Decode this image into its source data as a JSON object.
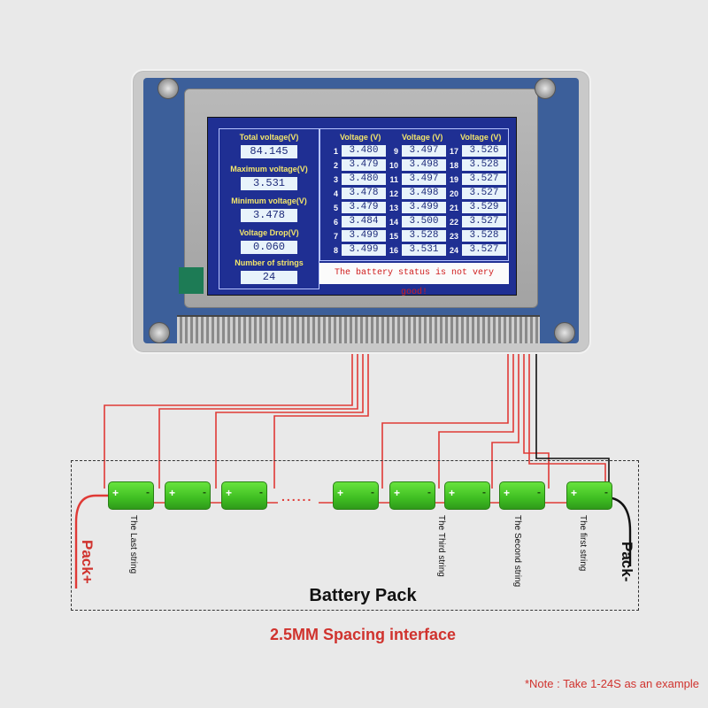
{
  "lcd": {
    "left_fields": [
      {
        "label": "Total voltage(V)",
        "value": "84.145"
      },
      {
        "label": "Maximum voltage(V)",
        "value": "3.531"
      },
      {
        "label": "Minimum voltage(V)",
        "value": "3.478"
      },
      {
        "label": "Voltage Drop(V)",
        "value": "0.060"
      },
      {
        "label": "Number of strings",
        "value": "24"
      }
    ],
    "column_headers": [
      "Voltage (V)",
      "Voltage (V)",
      "Voltage (V)"
    ],
    "cells": [
      {
        "n": "1",
        "v": "3.480"
      },
      {
        "n": "2",
        "v": "3.479"
      },
      {
        "n": "3",
        "v": "3.480"
      },
      {
        "n": "4",
        "v": "3.478"
      },
      {
        "n": "5",
        "v": "3.479"
      },
      {
        "n": "6",
        "v": "3.484"
      },
      {
        "n": "7",
        "v": "3.499"
      },
      {
        "n": "8",
        "v": "3.499"
      },
      {
        "n": "9",
        "v": "3.497"
      },
      {
        "n": "10",
        "v": "3.498"
      },
      {
        "n": "11",
        "v": "3.497"
      },
      {
        "n": "12",
        "v": "3.498"
      },
      {
        "n": "13",
        "v": "3.499"
      },
      {
        "n": "14",
        "v": "3.500"
      },
      {
        "n": "15",
        "v": "3.528"
      },
      {
        "n": "16",
        "v": "3.531"
      },
      {
        "n": "17",
        "v": "3.526"
      },
      {
        "n": "18",
        "v": "3.528"
      },
      {
        "n": "19",
        "v": "3.527"
      },
      {
        "n": "20",
        "v": "3.527"
      },
      {
        "n": "21",
        "v": "3.529"
      },
      {
        "n": "22",
        "v": "3.527"
      },
      {
        "n": "23",
        "v": "3.528"
      },
      {
        "n": "24",
        "v": "3.527"
      }
    ],
    "status": "The battery status is not very good!"
  },
  "diagram": {
    "battery_pack_label": "Battery Pack",
    "spacing_label": "2.5MM Spacing interface",
    "note": "*Note : Take 1-24S as an example",
    "pack_plus": "Pack+",
    "pack_minus": "Pack-",
    "ellipsis": "......",
    "battery_plus": "+",
    "battery_minus": "-",
    "string_labels": [
      "The Last string",
      "The Third string",
      "The Second string",
      "The first string"
    ]
  },
  "colors": {
    "wire_red": "#e03a36",
    "wire_black": "#111111",
    "lcd_bg": "#1f2f93",
    "label_yellow": "#f2e56b",
    "battery_green": "#4fcf2c"
  }
}
